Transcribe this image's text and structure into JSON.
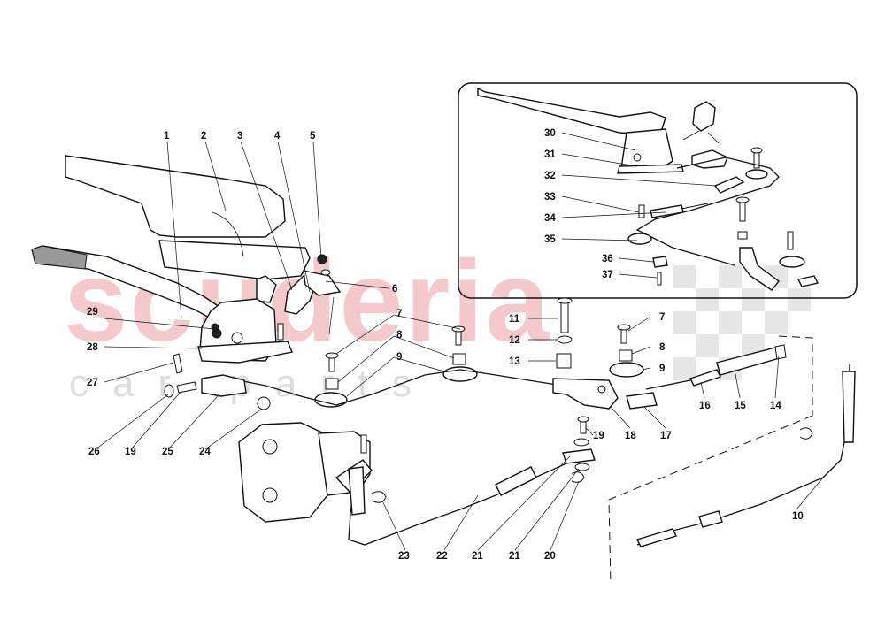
{
  "watermark": {
    "main": "scuderia",
    "sub": "car parts"
  },
  "callouts": [
    {
      "id": "c1",
      "label": "1"
    },
    {
      "id": "c2",
      "label": "2"
    },
    {
      "id": "c3",
      "label": "3"
    },
    {
      "id": "c4",
      "label": "4"
    },
    {
      "id": "c5",
      "label": "5"
    },
    {
      "id": "c6",
      "label": "6"
    },
    {
      "id": "c7a",
      "label": "7"
    },
    {
      "id": "c7b",
      "label": "7"
    },
    {
      "id": "c8a",
      "label": "8"
    },
    {
      "id": "c8b",
      "label": "8"
    },
    {
      "id": "c9a",
      "label": "9"
    },
    {
      "id": "c9b",
      "label": "9"
    },
    {
      "id": "c10",
      "label": "10"
    },
    {
      "id": "c11",
      "label": "11"
    },
    {
      "id": "c12",
      "label": "12"
    },
    {
      "id": "c13",
      "label": "13"
    },
    {
      "id": "c14",
      "label": "14"
    },
    {
      "id": "c15",
      "label": "15"
    },
    {
      "id": "c16",
      "label": "16"
    },
    {
      "id": "c17",
      "label": "17"
    },
    {
      "id": "c18",
      "label": "18"
    },
    {
      "id": "c19a",
      "label": "19"
    },
    {
      "id": "c19b",
      "label": "19"
    },
    {
      "id": "c20",
      "label": "20"
    },
    {
      "id": "c21a",
      "label": "21"
    },
    {
      "id": "c21b",
      "label": "21"
    },
    {
      "id": "c22",
      "label": "22"
    },
    {
      "id": "c23",
      "label": "23"
    },
    {
      "id": "c24",
      "label": "24"
    },
    {
      "id": "c25",
      "label": "25"
    },
    {
      "id": "c26",
      "label": "26"
    },
    {
      "id": "c27",
      "label": "27"
    },
    {
      "id": "c28",
      "label": "28"
    },
    {
      "id": "c29",
      "label": "29"
    },
    {
      "id": "c30",
      "label": "30"
    },
    {
      "id": "c31",
      "label": "31"
    },
    {
      "id": "c32",
      "label": "32"
    },
    {
      "id": "c33",
      "label": "33"
    },
    {
      "id": "c34",
      "label": "34"
    },
    {
      "id": "c35",
      "label": "35"
    },
    {
      "id": "c36",
      "label": "36"
    },
    {
      "id": "c37",
      "label": "37"
    }
  ]
}
